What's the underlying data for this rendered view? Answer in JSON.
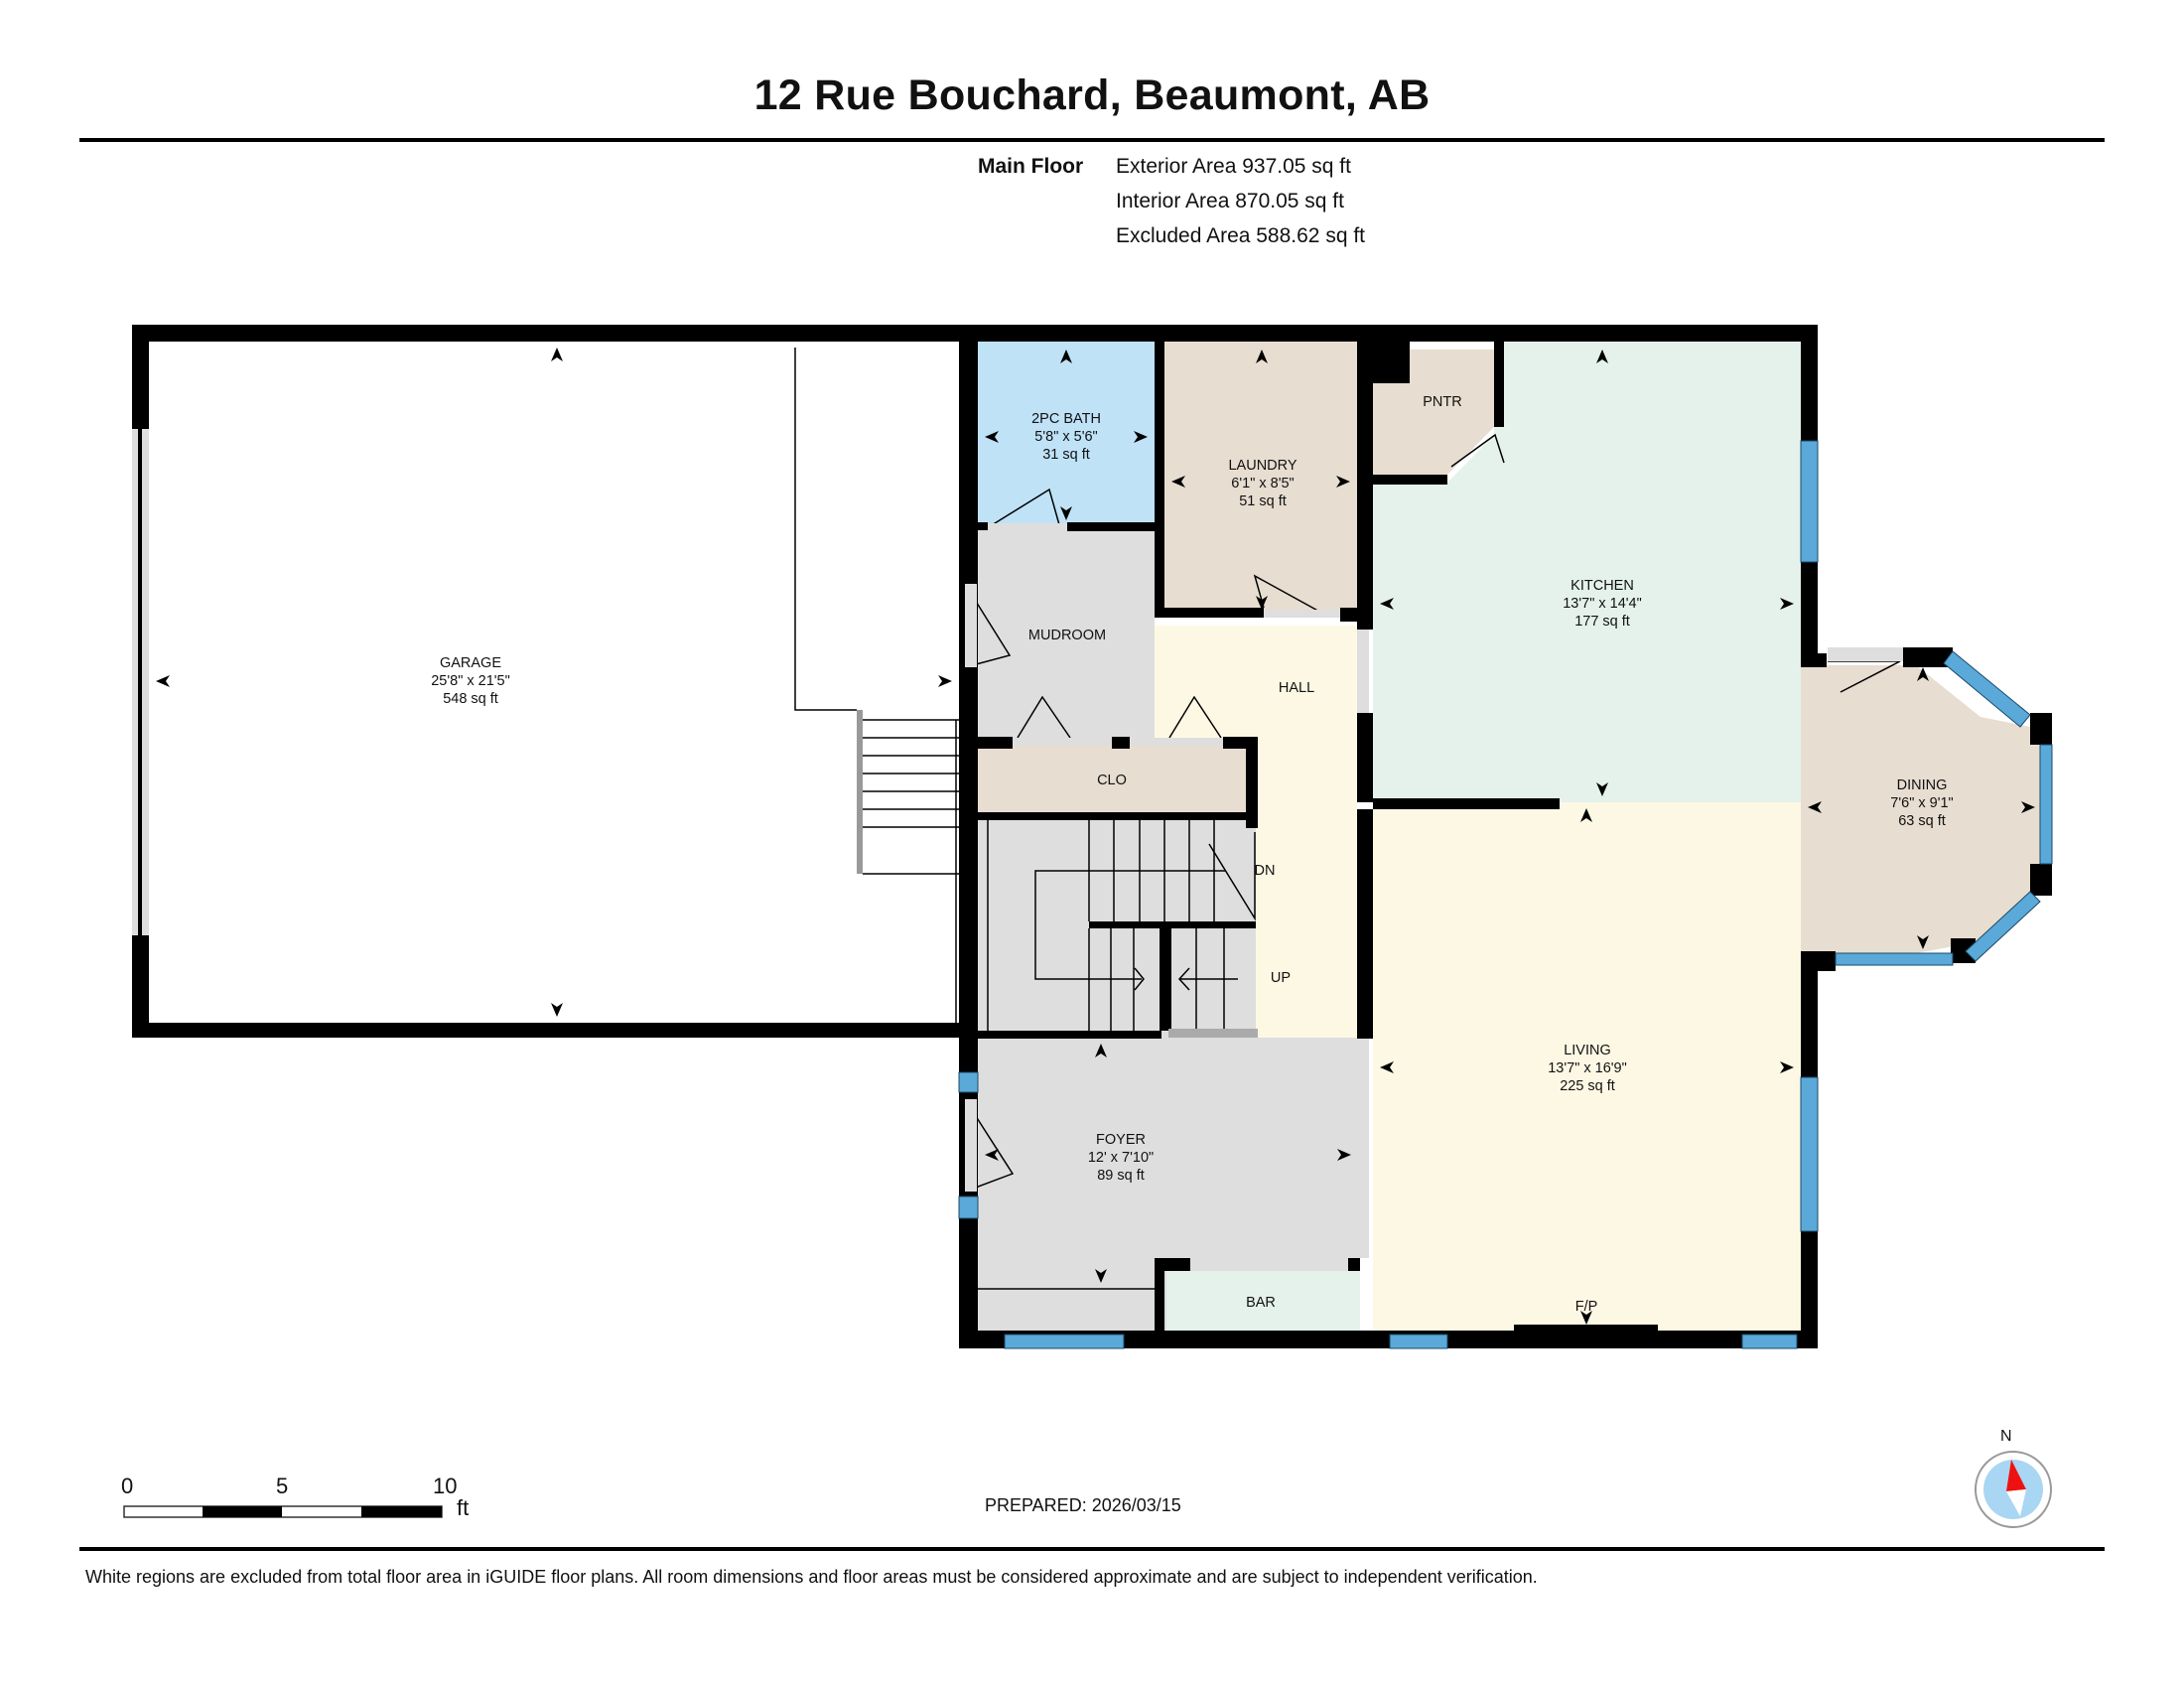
{
  "header": {
    "title": "12 Rue Bouchard, Beaumont, AB"
  },
  "floor_summary": {
    "floor_name": "Main Floor",
    "exterior_area": "Exterior Area 937.05 sq ft",
    "interior_area": "Interior Area 870.05 sq ft",
    "excluded_area": "Excluded Area 588.62 sq ft"
  },
  "rooms": {
    "garage": {
      "name": "GARAGE",
      "dims": "25'8\" x 21'5\"",
      "area": "548 sq ft"
    },
    "bath": {
      "name": "2PC BATH",
      "dims": "5'8\" x 5'6\"",
      "area": "31 sq ft"
    },
    "laundry": {
      "name": "LAUNDRY",
      "dims": "6'1\" x 8'5\"",
      "area": "51 sq ft"
    },
    "pantry": {
      "name": "PNTR"
    },
    "kitchen": {
      "name": "KITCHEN",
      "dims": "13'7\" x 14'4\"",
      "area": "177 sq ft"
    },
    "mudroom": {
      "name": "MUDROOM"
    },
    "hall": {
      "name": "HALL"
    },
    "closet": {
      "name": "CLO"
    },
    "dining": {
      "name": "DINING",
      "dims": "7'6\" x 9'1\"",
      "area": "63 sq ft"
    },
    "living": {
      "name": "LIVING",
      "dims": "13'7\" x 16'9\"",
      "area": "225 sq ft"
    },
    "foyer": {
      "name": "FOYER",
      "dims": "12' x 7'10\"",
      "area": "89 sq ft"
    },
    "bar": {
      "name": "BAR"
    },
    "fireplace": {
      "name": "F/P"
    },
    "stairs_down": {
      "name": "DN"
    },
    "stairs_up": {
      "name": "UP"
    }
  },
  "colors": {
    "wall": "#000000",
    "window": "#5aa9d8",
    "bath": "#bfe2f7",
    "laundry": "#e7ddd0",
    "kitchen": "#e5f2ec",
    "hall": "#fdf8e4",
    "living": "#fdf8e4",
    "neutral": "#dedede",
    "bar": "#e5f2ec",
    "compass_red": "#ee1111",
    "compass_blue": "#a9d6f3"
  },
  "scale_bar": {
    "ticks": [
      "0",
      "5",
      "10"
    ],
    "unit": "ft"
  },
  "prepared": "PREPARED: 2026/03/15",
  "compass": {
    "label": "N"
  },
  "footer": {
    "disclaimer": "White regions are excluded from total floor area in iGUIDE floor plans. All room dimensions and floor areas must be considered approximate and are subject to independent verification."
  }
}
